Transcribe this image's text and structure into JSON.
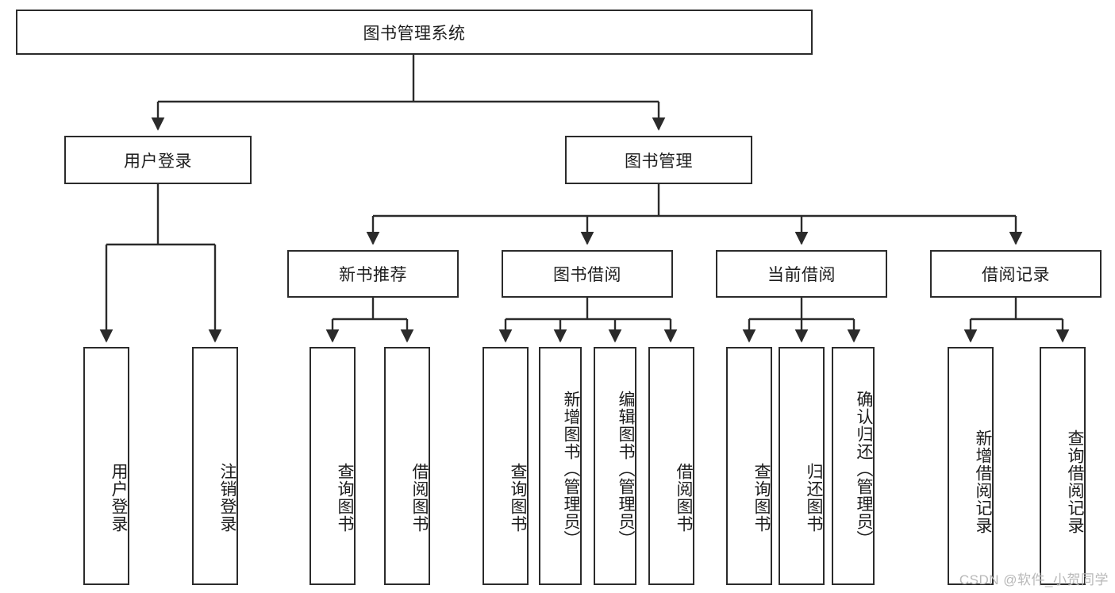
{
  "diagram": {
    "title": "图书管理系统",
    "root": {
      "id": "root",
      "label": "图书管理系统"
    },
    "level2": [
      {
        "id": "user-login",
        "label": "用户登录"
      },
      {
        "id": "book-manage",
        "label": "图书管理"
      }
    ],
    "level3": [
      {
        "id": "new-book-recommend",
        "label": "新书推荐",
        "parent": "book-manage"
      },
      {
        "id": "book-borrow",
        "label": "图书借阅",
        "parent": "book-manage"
      },
      {
        "id": "current-borrow",
        "label": "当前借阅",
        "parent": "book-manage"
      },
      {
        "id": "borrow-record",
        "label": "借阅记录",
        "parent": "book-manage"
      }
    ],
    "leaves": [
      {
        "id": "leaf-user-login",
        "label": "用户登录",
        "parent": "user-login"
      },
      {
        "id": "leaf-logout-login",
        "label": "注销登录",
        "parent": "user-login"
      },
      {
        "id": "leaf-query-book-1",
        "label": "查询图书",
        "parent": "new-book-recommend"
      },
      {
        "id": "leaf-borrow-book-1",
        "label": "借阅图书",
        "parent": "new-book-recommend"
      },
      {
        "id": "leaf-query-book-2",
        "label": "查询图书",
        "parent": "book-borrow"
      },
      {
        "id": "leaf-add-book",
        "label": "新增图书（管理员）",
        "parent": "book-borrow"
      },
      {
        "id": "leaf-edit-book",
        "label": "编辑图书（管理员）",
        "parent": "book-borrow"
      },
      {
        "id": "leaf-borrow-book-2",
        "label": "借阅图书",
        "parent": "book-borrow"
      },
      {
        "id": "leaf-query-book-3",
        "label": "查询图书",
        "parent": "current-borrow"
      },
      {
        "id": "leaf-return-book",
        "label": "归还图书",
        "parent": "current-borrow"
      },
      {
        "id": "leaf-confirm-return",
        "label": "确认归还（管理员）",
        "parent": "current-borrow"
      },
      {
        "id": "leaf-add-record",
        "label": "新增借阅记录",
        "parent": "borrow-record"
      },
      {
        "id": "leaf-query-record",
        "label": "查询借阅记录",
        "parent": "borrow-record"
      }
    ],
    "watermark": "CSDN @软件_小贺同学",
    "colors": {
      "stroke": "#2b2b2b",
      "background": "#ffffff",
      "text": "#1d1d1d",
      "watermark": "#b8b8b8"
    }
  }
}
